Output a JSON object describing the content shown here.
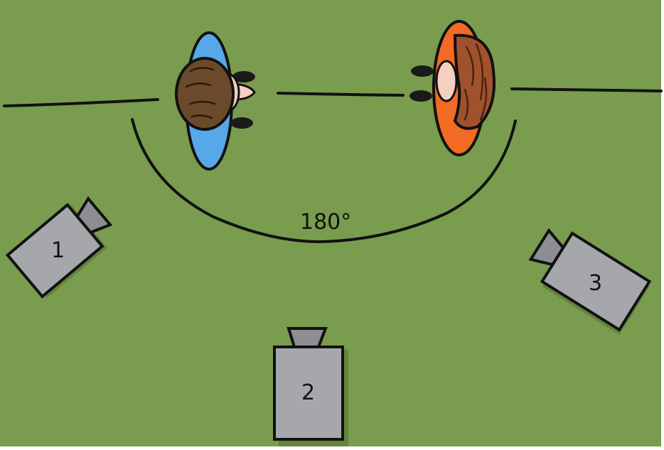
{
  "scene": {
    "background_color": "#7a9c4e",
    "angle_label": "180°",
    "line_color": "#111111"
  },
  "cameras": [
    {
      "label": "1"
    },
    {
      "label": "2"
    },
    {
      "label": "3"
    }
  ],
  "people": {
    "left_person": {
      "shirt_color": "#57a8e8",
      "hair_color": "#6b4a2b"
    },
    "right_person": {
      "shirt_color": "#f26a24",
      "hair_color": "#a0522d"
    }
  },
  "colors": {
    "camera_body": "#a6a7ab",
    "camera_lens": "#8d8e92",
    "skin": "#f5cfc0",
    "shoe": "#1a1a1a"
  }
}
